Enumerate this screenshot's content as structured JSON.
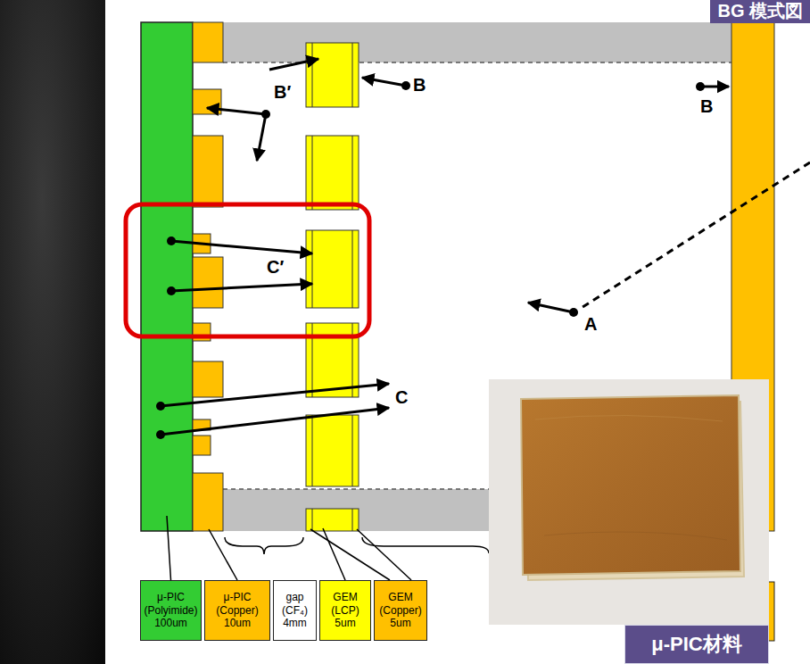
{
  "diagram": {
    "title": "BG 模式図",
    "nodes": [
      {
        "text": [
          "μ-PIC (Polyimide) 100um"
        ]
      },
      {
        "text": [
          "μ-PIC (Copper) 10um"
        ]
      },
      {
        "text": [
          "gap (CF₄) 4mm"
        ]
      },
      {
        "text": [
          "GEM (LCP) 5um"
        ]
      },
      {
        "text": [
          "GEM (Copper) 5um"
        ]
      },
      {
        "text": [
          "μ-PIC材料"
        ]
      }
    ],
    "labels": [
      "B",
      "B′",
      "B",
      "C′",
      "A",
      "C"
    ]
  }
}
